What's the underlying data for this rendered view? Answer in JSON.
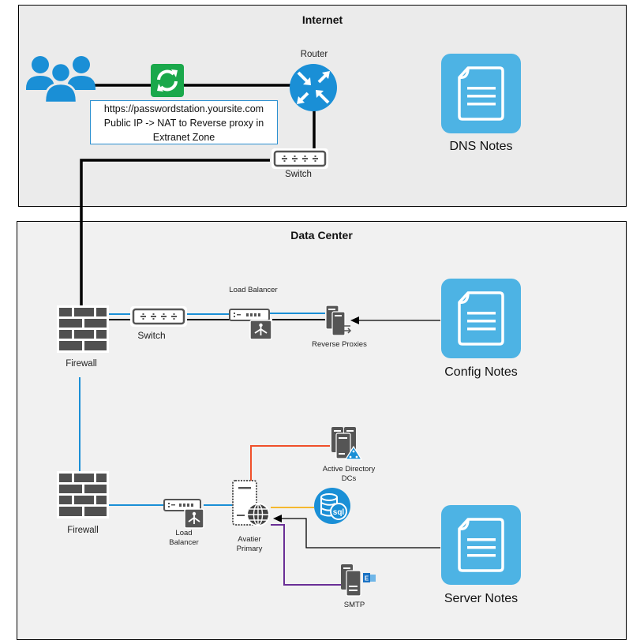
{
  "zones": {
    "internet": {
      "title": "Internet"
    },
    "data_center": {
      "title": "Data Center"
    }
  },
  "nodes": {
    "users": {
      "icon": "users-icon"
    },
    "nat_sync": {
      "icon": "sync-icon"
    },
    "router": {
      "label": "Router",
      "icon": "router-icon"
    },
    "internet_switch": {
      "label": "Switch",
      "icon": "switch-icon"
    },
    "dns_notes": {
      "label": "DNS Notes",
      "icon": "document-icon"
    },
    "firewall_top": {
      "label": "Firewall",
      "icon": "firewall-icon"
    },
    "dc_switch": {
      "label": "Switch",
      "icon": "switch-icon"
    },
    "load_balancer_top": {
      "label": "Load Balancer",
      "icon": "load-balancer-icon"
    },
    "reverse_proxies": {
      "label": "Reverse Proxies",
      "icon": "reverse-proxy-server-icon"
    },
    "config_notes": {
      "label": "Config Notes",
      "icon": "document-icon"
    },
    "firewall_bottom": {
      "label": "Firewall",
      "icon": "firewall-icon"
    },
    "load_balancer_bottom": {
      "label_line1": "Load",
      "label_line2": "Balancer",
      "icon": "load-balancer-icon"
    },
    "avatier_primary": {
      "label_line1": "Avatier",
      "label_line2": "Primary",
      "icon": "web-server-icon"
    },
    "active_directory": {
      "label_line1": "Active Directory",
      "label_line2": "DCs",
      "icon": "active-directory-server-icon"
    },
    "sql": {
      "icon": "sql-database-icon"
    },
    "smtp": {
      "label": "SMTP",
      "icon": "exchange-server-icon"
    },
    "server_notes": {
      "label": "Server Notes",
      "icon": "document-icon"
    }
  },
  "callout": {
    "line1": "https://passwordstation.yoursite.com",
    "line2": "Public IP -> NAT to Reverse proxy in",
    "line3": "Extranet Zone"
  },
  "colors": {
    "accent_blue": "#1a8fd6",
    "notes_blue": "#4db3e4",
    "nat_green": "#1aa84b",
    "device_gray": "#4d4d4d",
    "link_blue": "#1a8fd6",
    "link_black": "#000000",
    "link_ad": "#f0502a",
    "link_sql": "#f5b82e",
    "link_smtp": "#6a2f96"
  }
}
